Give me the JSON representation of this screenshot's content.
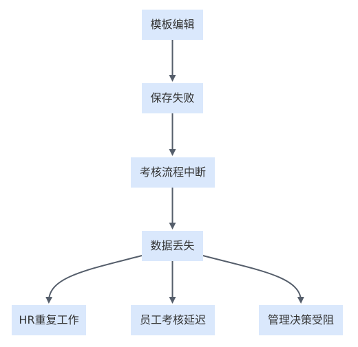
{
  "diagram": {
    "nodes": [
      {
        "id": "n1",
        "label": "模板编辑"
      },
      {
        "id": "n2",
        "label": "保存失败"
      },
      {
        "id": "n3",
        "label": "考核流程中断"
      },
      {
        "id": "n4",
        "label": "数据丢失"
      },
      {
        "id": "n5",
        "label": "HR重复工作"
      },
      {
        "id": "n6",
        "label": "员工考核延迟"
      },
      {
        "id": "n7",
        "label": "管理决策受阻"
      }
    ],
    "edges": [
      {
        "from": "n1",
        "to": "n2"
      },
      {
        "from": "n2",
        "to": "n3"
      },
      {
        "from": "n3",
        "to": "n4"
      },
      {
        "from": "n4",
        "to": "n5"
      },
      {
        "from": "n4",
        "to": "n6"
      },
      {
        "from": "n4",
        "to": "n7"
      }
    ],
    "colors": {
      "node_fill": "#dae8fc",
      "edge": "#555e6b",
      "text": "#333333"
    }
  }
}
